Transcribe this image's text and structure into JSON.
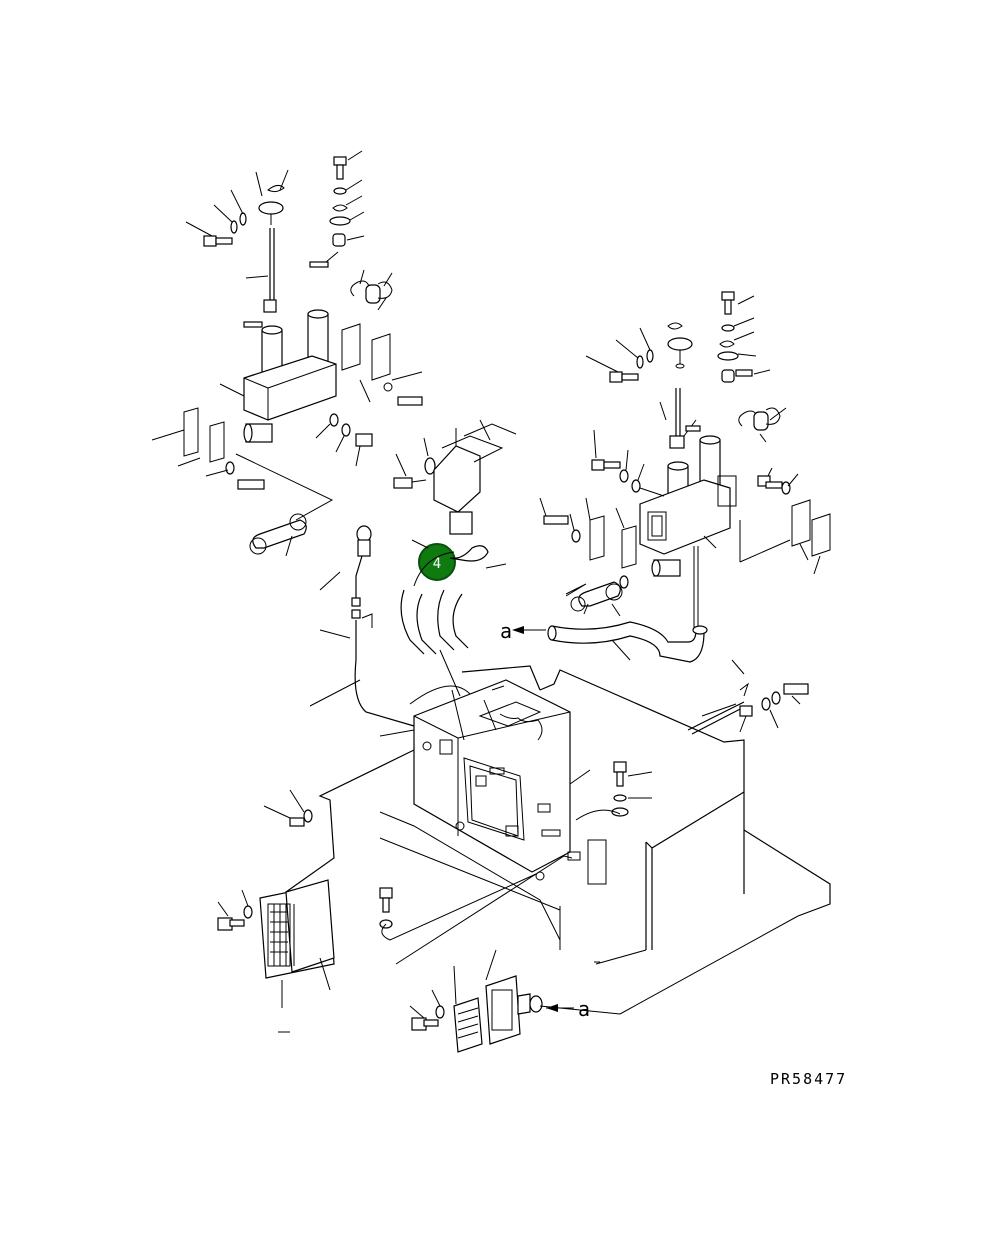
{
  "figure_code": "PR58477",
  "callout": {
    "number": "4",
    "fill": "#0f7a0f",
    "stroke": "#0a4f0a",
    "text_color": "#ffffff"
  },
  "ref_marks": {
    "upper": "a",
    "lower": "a"
  },
  "colors": {
    "line": "#000000",
    "background": "#ffffff"
  }
}
